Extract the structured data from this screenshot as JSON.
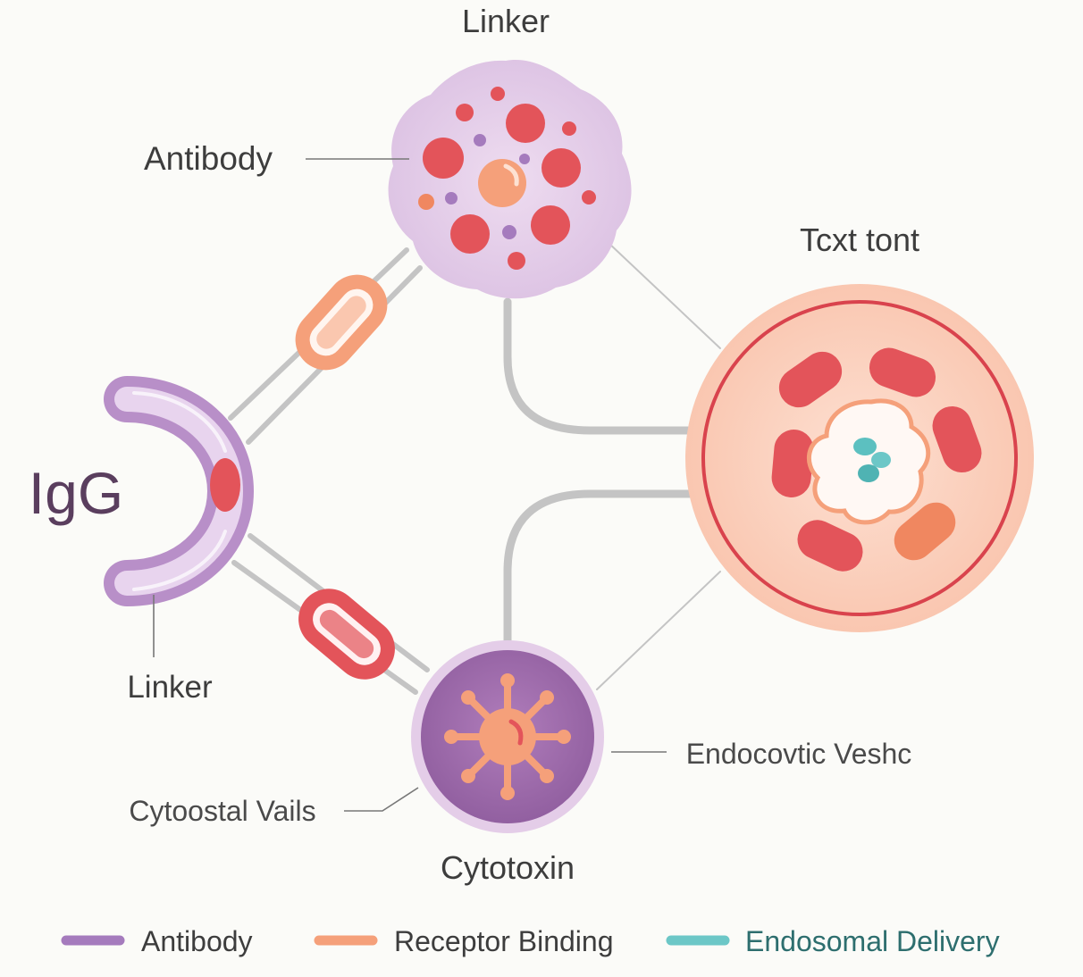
{
  "labels": {
    "top_linker": "Linker",
    "antibody": "Antibody",
    "target_cell": "Tcxt tont",
    "igg": "IgG",
    "left_linker": "Linker",
    "cytostatic": "Cytoostal Vails",
    "endocytic": "Endocovtic Veshc",
    "cytotoxin": "Cytotoxin"
  },
  "legend": [
    {
      "label": "Antibody",
      "color": "#a57bbd"
    },
    {
      "label": "Receptor Binding",
      "color": "#f5a07a"
    },
    {
      "label": "Endosomal Delivery",
      "color": "#6cc7c7"
    }
  ],
  "colors": {
    "antibody_purple": "#a57bbd",
    "lilac_fill": "#e4cde8",
    "red": "#e3545a",
    "orange": "#f5a07a",
    "salmon_fill": "#fbcdb8",
    "dark_purple": "#9b6aa7",
    "teal": "#5cc0c0",
    "connector_gray": "#c2c2c2",
    "text_dark": "#3d3d3d",
    "legend_teal_text": "#2d6e6e"
  }
}
